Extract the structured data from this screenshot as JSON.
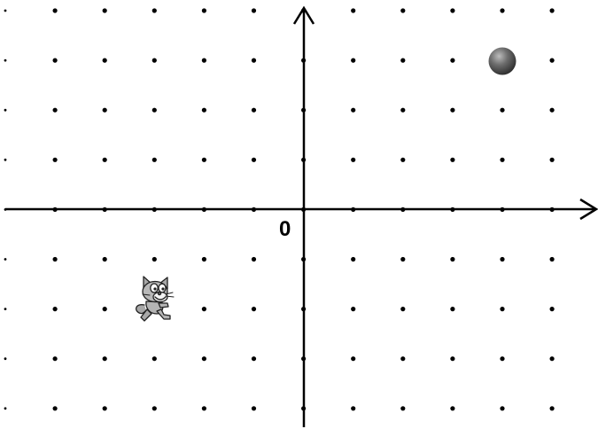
{
  "stage": {
    "background": "#ffffff",
    "origin_label": "0"
  },
  "grid": {
    "columns": 12,
    "rows": 9,
    "dot_color": "#000000"
  },
  "axes": {
    "color": "#000000",
    "x_arrow": "right",
    "y_arrow": "up"
  },
  "sprites": [
    {
      "name": "cat-sprite",
      "icon": "scratch-cat-icon",
      "color": "#9a9a9a",
      "grid_col": 3,
      "grid_row": 6
    },
    {
      "name": "ball-sprite",
      "icon": "gray-ball-icon",
      "color": "#5a5a5a",
      "grid_col": 10,
      "grid_row": 1
    }
  ]
}
